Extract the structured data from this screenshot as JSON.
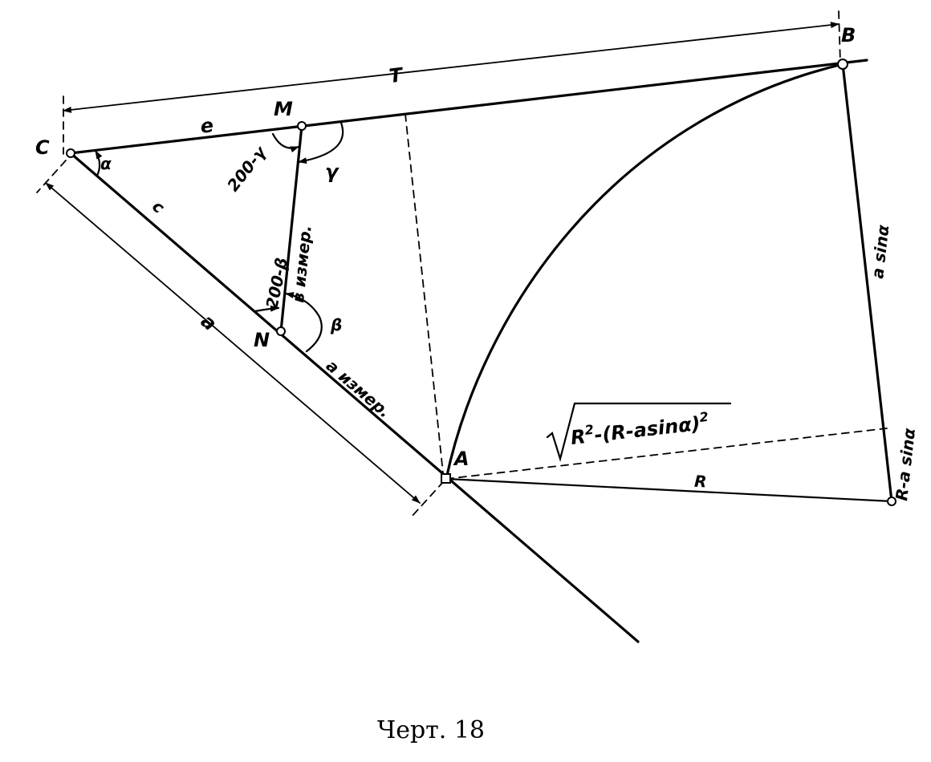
{
  "figure": {
    "caption": "Черт. 18",
    "points": {
      "A": "A",
      "B": "B",
      "C": "C",
      "M": "M",
      "N": "N"
    },
    "segments": {
      "T": "T",
      "e": "e",
      "c": "c",
      "a": "a",
      "a_measured": "a измер.",
      "b_measured": "в измер.",
      "R": "R",
      "a_sin_alpha": "a sinα",
      "R_minus_a_sin_alpha": "R-a sinα"
    },
    "angles": {
      "alpha": "α",
      "gamma": "γ",
      "beta": "β",
      "two_hundred_minus_gamma": "200-γ",
      "two_hundred_minus_beta": "200-β"
    },
    "formula": {
      "R": "R",
      "sq": "2",
      "minus": "-",
      "inner": "(R-asinα)",
      "sq2": "2"
    }
  }
}
